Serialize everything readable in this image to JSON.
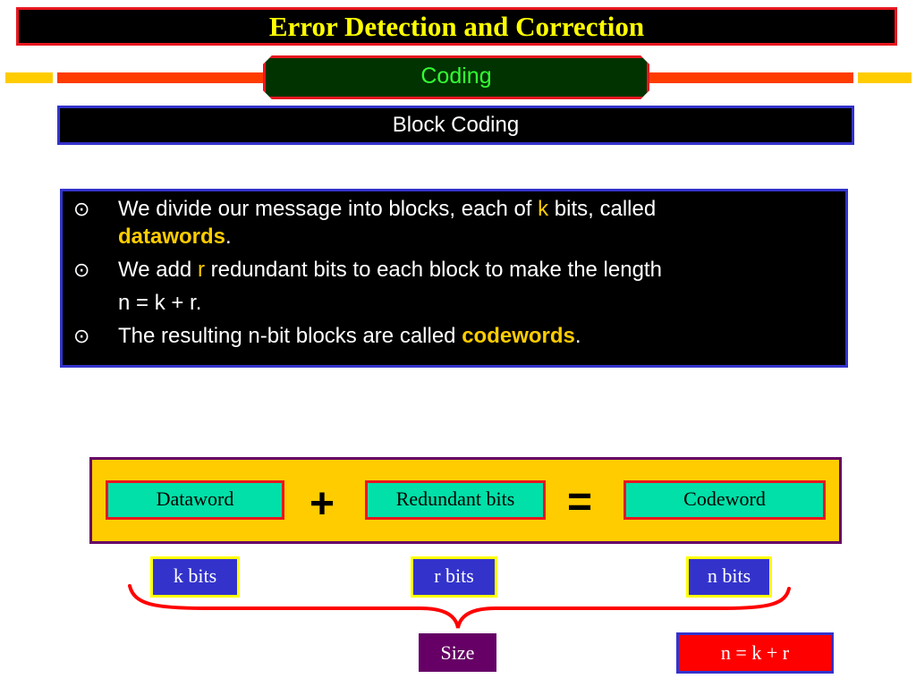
{
  "slide": {
    "title": "Error Detection and Correction",
    "subtitle": "Coding",
    "section": "Block Coding"
  },
  "bullets": {
    "marker": "⊙",
    "b1_pre": "We divide our message into blocks, each of ",
    "b1_k": "k",
    "b1_mid": " bits, called",
    "b1_term": "datawords",
    "b1_end": ".",
    "b2_pre": "We add ",
    "b2_r": "r",
    "b2_post": " redundant bits to each block to make the length",
    "b2_formula": "n = k + r.",
    "b3_pre": "The resulting n-bit blocks are called ",
    "b3_term": "codewords",
    "b3_end": "."
  },
  "equation": {
    "dataword": "Dataword",
    "plus": "+",
    "redundant": "Redundant bits",
    "equals": "=",
    "codeword": "Codeword"
  },
  "sizes": {
    "k": "k bits",
    "r": "r bits",
    "n": "n bits",
    "size_label": "Size",
    "formula": "n = k + r"
  },
  "colors": {
    "title_text": "#ffff00",
    "accent_red": "#e8171f",
    "stripe_orange": "#ff3c00",
    "stripe_yellow": "#ffcc00",
    "box_blue": "#3333cc",
    "teal": "#00e0a8",
    "highlight": "#ffcc00",
    "size_purple": "#660066"
  }
}
